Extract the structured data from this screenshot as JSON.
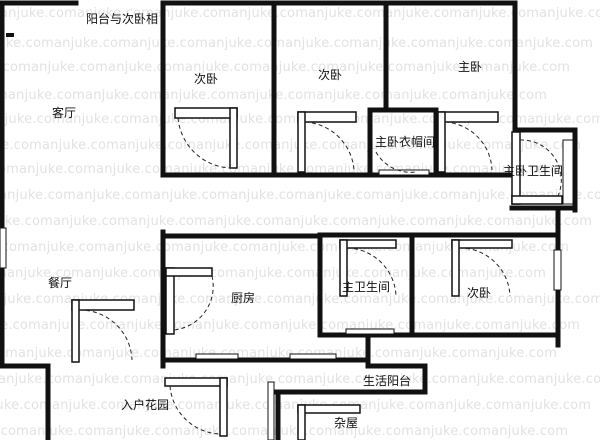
{
  "watermark": "anjuke.com",
  "rooms": {
    "balcony_bedroom": "阳台与次卧相",
    "living_room": "客厅",
    "bedroom_1": "次卧",
    "bedroom_2": "次卧",
    "master_bedroom": "主卧",
    "master_cloakroom": "主卧衣帽间",
    "master_bathroom": "主卧卫生间",
    "dining_room": "餐厅",
    "kitchen": "厨房",
    "main_bathroom": "主卫生间",
    "bedroom_3": "次卧",
    "utility_balcony": "生活阳台",
    "entrance_garden": "入户花园",
    "storage_room": "杂屋"
  },
  "colors": {
    "wall": "#111111",
    "window": "#ffffff",
    "door_arc": "#222222",
    "watermark": "#e2e2e2"
  }
}
